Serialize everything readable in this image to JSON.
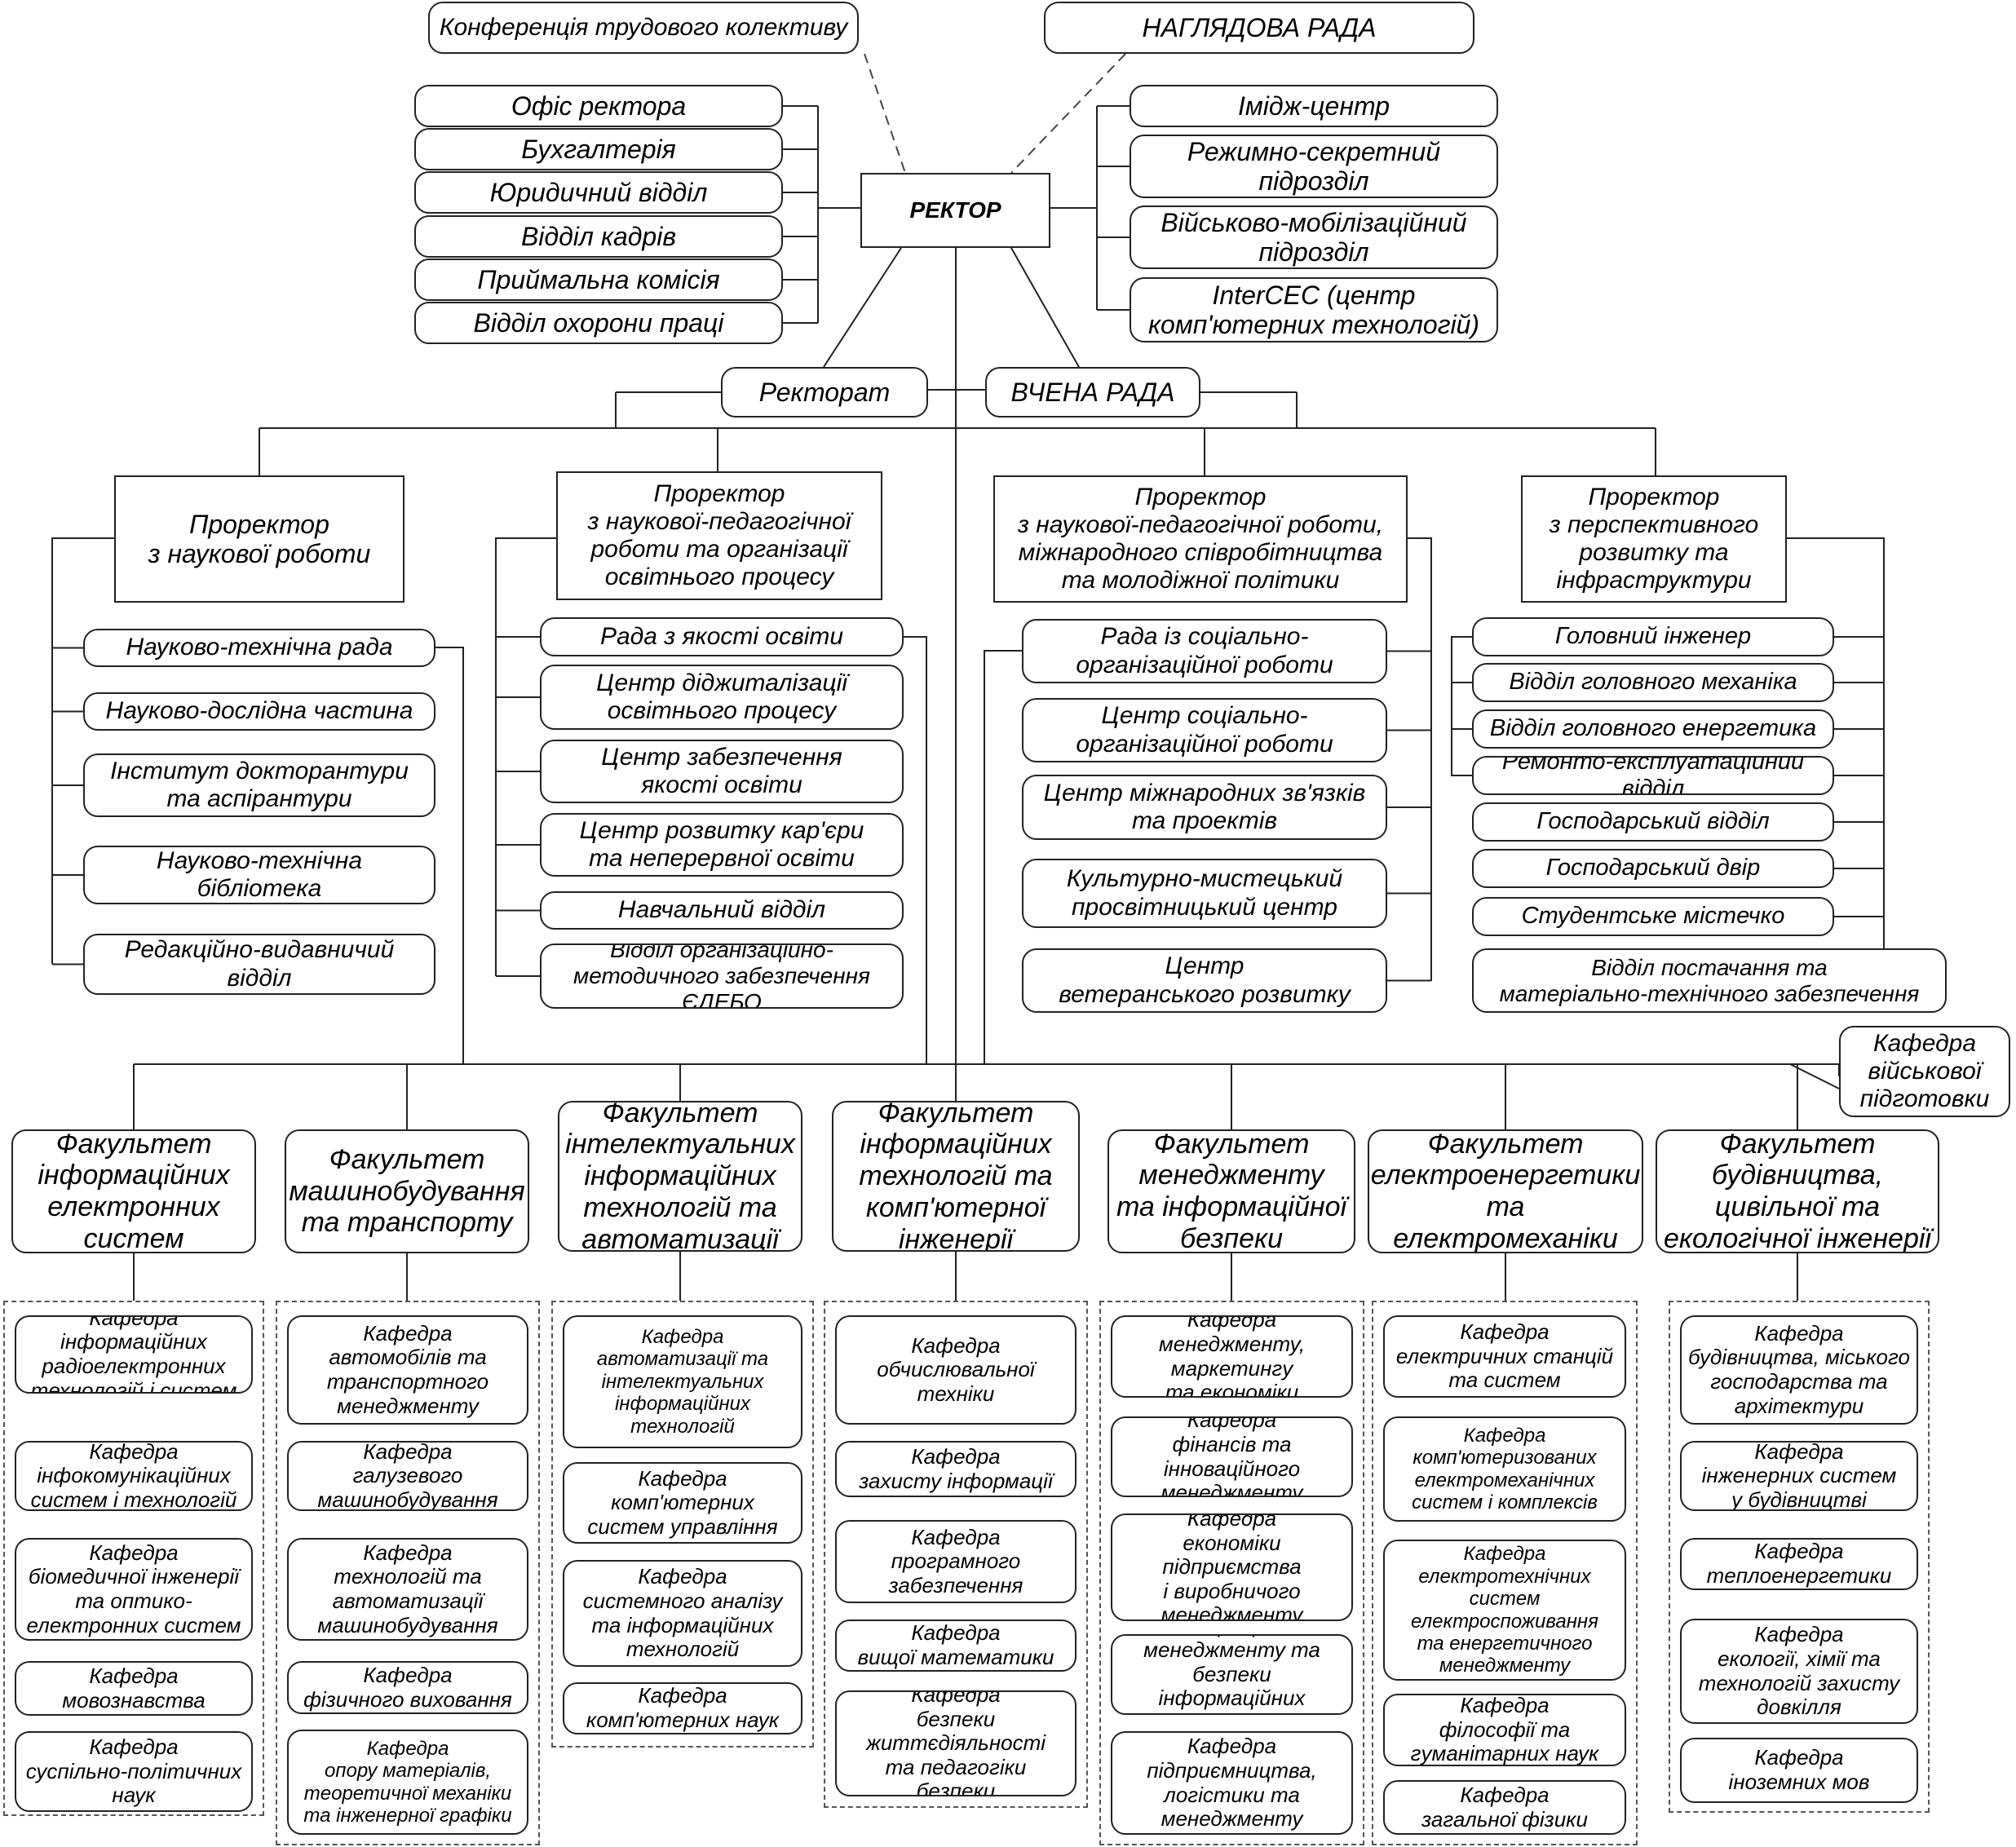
{
  "top": {
    "conference": "Конференція трудового колективу",
    "supervisory_board": "НАГЛЯДОВА РАДА",
    "rector": "РЕКТОР",
    "rectorate": "Ректорат",
    "academic_council": "ВЧЕНА РАДА"
  },
  "left_units": [
    "Офіс ректора",
    "Бухгалтерія",
    "Юридичний відділ",
    "Відділ кадрів",
    "Приймальна комісія",
    "Відділ охорони праці"
  ],
  "right_units": [
    "Імідж-центр",
    "Режимно-секретний\nпідрозділ",
    "Військово-мобілізаційний\nпідрозділ",
    "InterCEC (центр\nкомп'ютерних технологій)"
  ],
  "vice_rectors": [
    "Проректор\nз наукової роботи",
    "Проректор\nз наукової-педагогічної\nроботи та організації\nосвітнього процесу",
    "Проректор\nз наукової-педагогічної роботи,\nміжнародного співробітництва\nта молодіжної політики",
    "Проректор\nз перспективного\nрозвитку та\nінфраструктури"
  ],
  "vr1_units": [
    "Науково-технічна рада",
    "Науково-дослідна частина",
    "Інститут докторантури\nта аспірантури",
    "Науково-технічна бібліотека",
    "Редакційно-видавничий\nвідділ"
  ],
  "vr2_units": [
    "Рада з якості освіти",
    "Центр діджиталізації\nосвітнього процесу",
    "Центр забезпечення\nякості освіти",
    "Центр розвитку кар'єри\nта неперервної освіти",
    "Навчальний відділ",
    "Відділ організаційно-\nметодичного забезпечення ЄДЕБО"
  ],
  "vr3_units": [
    "Рада із соціально-\nорганізаційної роботи",
    "Центр соціально-\nорганізаційної роботи",
    "Центр міжнародних зв'язків\nта проектів",
    "Культурно-мистецький\nпросвітницький центр",
    "Центр\nветеранського розвитку"
  ],
  "vr4_units": [
    "Головний інженер",
    "Відділ головного механіка",
    "Відділ головного енергетика",
    "Ремонто-експлуатаційний відділ",
    "Господарський відділ",
    "Господарський двір",
    "Студентське містечко",
    "Відділ постачання та\nматеріально-технічного забезпечення"
  ],
  "military_dept": "Кафедра\nвійськової\nпідготовки",
  "faculties": [
    {
      "name": "Факультет\nінформаційних\nелектронних\nсистем",
      "departments": [
        "Кафедра\nінформаційних\nрадіоелектронних\nтехнологій і систем",
        "Кафедра\nінфокомунікаційних\nсистем і технологій",
        "Кафедра\nбіомедичної інженерії\nта оптико-\nелектронних систем",
        "Кафедра\nмовознавства",
        "Кафедра\nсуспільно-політичних\nнаук"
      ]
    },
    {
      "name": "Факультет\nмашинобудування\nта транспорту",
      "departments": [
        "Кафедра\nавтомобілів та\nтранспортного\nменеджменту",
        "Кафедра\nгалузевого\nмашинобудування",
        "Кафедра\nтехнологій та\nавтоматизації\nмашинобудування",
        "Кафедра\nфізичного виховання",
        "Кафедра\nопору матеріалів,\nтеоретичної механіки\nта інженерної графіки"
      ]
    },
    {
      "name": "Факультет\nінтелектуальних\nінформаційних\nтехнологій та\nавтоматизації",
      "departments": [
        "Кафедра\nавтоматизації та\nінтелектуальних\nінформаційних\nтехнологій",
        "Кафедра\nкомп'ютерних\nсистем управління",
        "Кафедра\nсистемного аналізу\nта інформаційних\nтехнологій",
        "Кафедра\nкомп'ютерних наук"
      ]
    },
    {
      "name": "Факультет\nінформаційних\nтехнологій та\nкомп'ютерної\nінженерії",
      "departments": [
        "Кафедра\nобчислювальної\nтехніки",
        "Кафедра\nзахисту інформації",
        "Кафедра\nпрограмного\nзабезпечення",
        "Кафедра\nвищої математики",
        "Кафедра\nбезпеки\nжиттєдіяльності\nта педагогіки безпеки"
      ]
    },
    {
      "name": "Факультет\nменеджменту\nта інформаційної\nбезпеки",
      "departments": [
        "Кафедра\nменеджменту, маркетингу\nта економіки",
        "Кафедра\nфінансів та інноваційного\nменеджменту",
        "Кафедра\nекономіки підприємства\nі виробничого\nменеджменту",
        "Кафедра\nменеджменту та безпеки\nінформаційних систем",
        "Кафедра\nпідприємництва,\nлогістики та\nменеджменту"
      ]
    },
    {
      "name": "Факультет\nелектроенергетики\nта електромеханіки",
      "departments": [
        "Кафедра\nелектричних станцій\nта систем",
        "Кафедра\nкомп'ютеризованих\nелектромеханічних\nсистем і комплексів",
        "Кафедра\nелектротехнічних систем\nелектроспоживання\nта енергетичного\nменеджменту",
        "Кафедра\nфілософії та\nгуманітарних наук",
        "Кафедра\nзагальної фізики"
      ]
    },
    {
      "name": "Факультет\nбудівництва,\nцивільної та\nекологічної інженерії",
      "departments": [
        "Кафедра\nбудівництва, міського\nгосподарства та\nархітектури",
        "Кафедра\nінженерних систем\nу будівництві",
        "Кафедра\nтеплоенергетики",
        "Кафедра\nекології, хімії та\nтехнологій захисту\nдовкілля",
        "Кафедра\nіноземних мов"
      ]
    }
  ]
}
